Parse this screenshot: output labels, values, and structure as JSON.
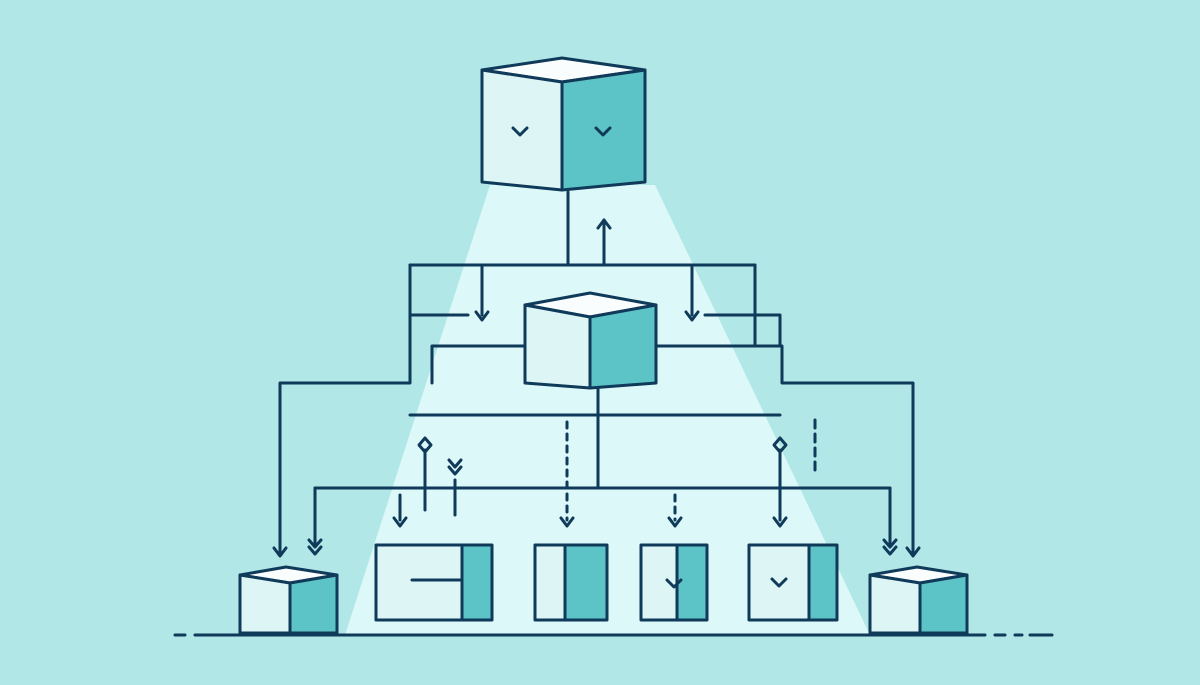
{
  "colors": {
    "background": "#b2e7e7",
    "stroke": "#0f3a5a",
    "face_front": "#def5f5",
    "face_side": "#5cc3c6",
    "face_top": "#fafdfd",
    "spotlight": "#e4fafa"
  },
  "nodes": [
    {
      "id": "top-cube",
      "kind": "cube",
      "marks": [
        "chevron-down-icon",
        "chevron-down-icon"
      ]
    },
    {
      "id": "middle-cube",
      "kind": "cube",
      "marks": []
    },
    {
      "id": "bottom-left-cube",
      "kind": "cube",
      "marks": []
    },
    {
      "id": "bottom-right-cube",
      "kind": "cube",
      "marks": []
    },
    {
      "id": "panel-dash",
      "kind": "panel",
      "marks": [
        "dash-icon"
      ]
    },
    {
      "id": "panel-plain",
      "kind": "panel",
      "marks": []
    },
    {
      "id": "panel-check",
      "kind": "panel",
      "marks": [
        "chevron-down-icon"
      ]
    },
    {
      "id": "panel-check-wide",
      "kind": "panel",
      "marks": [
        "chevron-down-icon"
      ]
    }
  ],
  "edges": [
    {
      "from": "top-cube",
      "to": "middle-cube"
    },
    {
      "from": "top-cube",
      "to": "bottom-left-cube"
    },
    {
      "from": "top-cube",
      "to": "bottom-right-cube"
    },
    {
      "from": "middle-cube",
      "to": "panel-dash"
    },
    {
      "from": "middle-cube",
      "to": "panel-plain"
    },
    {
      "from": "middle-cube",
      "to": "panel-check"
    },
    {
      "from": "middle-cube",
      "to": "panel-check-wide"
    }
  ]
}
